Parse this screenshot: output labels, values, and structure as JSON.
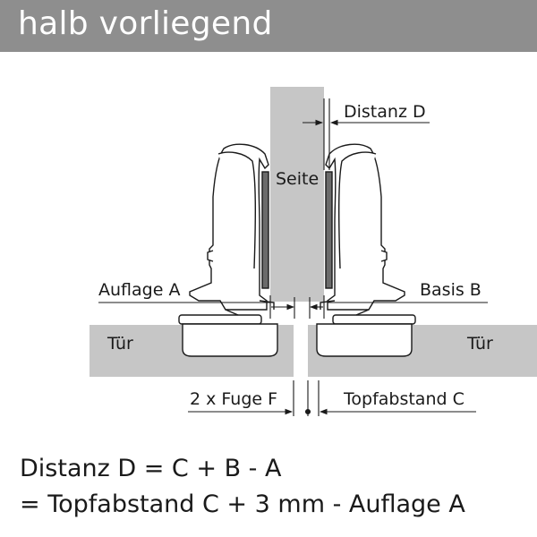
{
  "header": {
    "title": "halb vorliegend"
  },
  "diagram": {
    "labels": {
      "side": "Seite",
      "distance_d": "Distanz D",
      "overlay_a": "Auflage A",
      "base_b": "Basis B",
      "door_left": "Tür",
      "door_right": "Tür",
      "gap_f": "2 x Fuge F",
      "cup_distance_c": "Topfabstand C"
    }
  },
  "formula": {
    "line1": "Distanz D = C + B - A",
    "line2": "= Topfabstand C + 3 mm - Auflage A"
  }
}
